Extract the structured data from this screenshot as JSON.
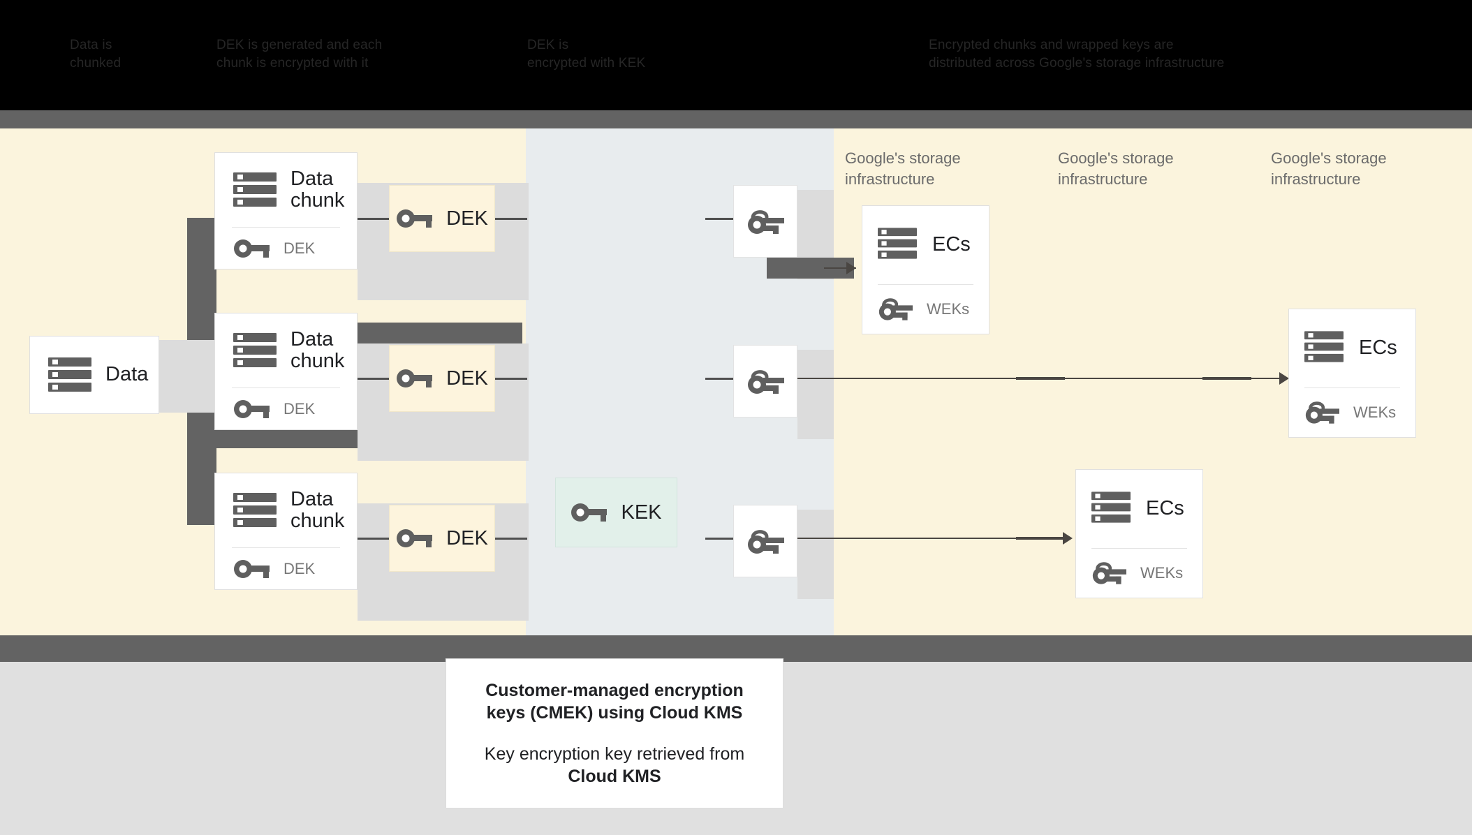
{
  "banner": {
    "col1": "Data is\nchunked",
    "col2": "DEK is generated and each\nchunk is encrypted with it",
    "col3": "DEK is\nencrypted with KEK",
    "col4": "Encrypted chunks and wrapped keys are\ndistributed across Google's storage infrastructure"
  },
  "diagram": {
    "data_card": {
      "title": "Data",
      "icon": "server-icon"
    },
    "chunks": [
      {
        "title": "Data chunk",
        "sub": "DEK",
        "icon": "server-icon",
        "sub_icon": "key-icon"
      },
      {
        "title": "Data chunk",
        "sub": "DEK",
        "icon": "server-icon",
        "sub_icon": "key-icon"
      },
      {
        "title": "Data chunk",
        "sub": "DEK",
        "icon": "server-icon",
        "sub_icon": "key-icon"
      }
    ],
    "deks": [
      {
        "label": "DEK",
        "icon": "key-icon"
      },
      {
        "label": "DEK",
        "icon": "key-icon"
      },
      {
        "label": "DEK",
        "icon": "key-icon"
      }
    ],
    "kek": {
      "label": "KEK",
      "icon": "key-icon"
    },
    "wrapped_keys": [
      {
        "icon": "wrapped-key-icon"
      },
      {
        "icon": "wrapped-key-icon"
      },
      {
        "icon": "wrapped-key-icon"
      }
    ],
    "storage_labels": [
      "Google's storage infrastructure",
      "Google's storage infrastructure",
      "Google's storage infrastructure"
    ],
    "ec_cards": [
      {
        "title": "ECs",
        "sub": "WEKs",
        "icon": "server-icon",
        "sub_icon": "wrapped-key-icon"
      },
      {
        "title": "ECs",
        "sub": "WEKs",
        "icon": "server-icon",
        "sub_icon": "wrapped-key-icon"
      },
      {
        "title": "ECs",
        "sub": "WEKs",
        "icon": "server-icon",
        "sub_icon": "wrapped-key-icon"
      }
    ]
  },
  "caption": {
    "line1": "Customer-managed encryption keys (CMEK) using Cloud KMS",
    "line2_prefix": "Key encryption key retrieved from ",
    "line2_strong": "Cloud KMS"
  },
  "colors": {
    "cream": "#FBF4DD",
    "mid_panel": "#E8ECEE",
    "dek_fill": "#FDF4DD",
    "kek_fill": "#E2F0EA",
    "dark_gray": "#636363",
    "shadow": "#DCDCDC",
    "banner_bg": "#000000"
  }
}
